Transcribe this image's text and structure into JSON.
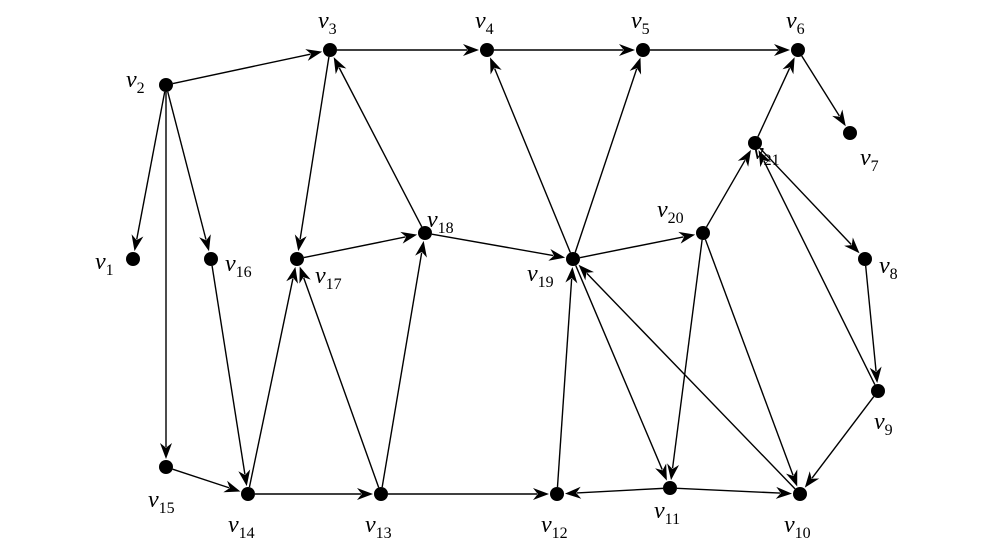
{
  "diagram": {
    "type": "directed-graph",
    "colors": {
      "stroke": "#000000",
      "node": "#000000",
      "background": "#ffffff"
    },
    "nodes": [
      {
        "id": "v1",
        "label": "v",
        "sub": "1"
      },
      {
        "id": "v2",
        "label": "v",
        "sub": "2"
      },
      {
        "id": "v3",
        "label": "v",
        "sub": "3"
      },
      {
        "id": "v4",
        "label": "v",
        "sub": "4"
      },
      {
        "id": "v5",
        "label": "v",
        "sub": "5"
      },
      {
        "id": "v6",
        "label": "v",
        "sub": "6"
      },
      {
        "id": "v7",
        "label": "v",
        "sub": "7"
      },
      {
        "id": "v8",
        "label": "v",
        "sub": "8"
      },
      {
        "id": "v9",
        "label": "v",
        "sub": "9"
      },
      {
        "id": "v10",
        "label": "v",
        "sub": "10"
      },
      {
        "id": "v11",
        "label": "v",
        "sub": "11"
      },
      {
        "id": "v12",
        "label": "v",
        "sub": "12"
      },
      {
        "id": "v13",
        "label": "v",
        "sub": "13"
      },
      {
        "id": "v14",
        "label": "v",
        "sub": "14"
      },
      {
        "id": "v15",
        "label": "v",
        "sub": "15"
      },
      {
        "id": "v16",
        "label": "v",
        "sub": "16"
      },
      {
        "id": "v17",
        "label": "v",
        "sub": "17"
      },
      {
        "id": "v18",
        "label": "v",
        "sub": "18"
      },
      {
        "id": "v19",
        "label": "v",
        "sub": "19"
      },
      {
        "id": "v20",
        "label": "v",
        "sub": "20"
      },
      {
        "id": "v21",
        "label": "v",
        "sub": "21"
      }
    ],
    "edges": [
      {
        "from": "v2",
        "to": "v3"
      },
      {
        "from": "v2",
        "to": "v1"
      },
      {
        "from": "v2",
        "to": "v16"
      },
      {
        "from": "v2",
        "to": "v15"
      },
      {
        "from": "v3",
        "to": "v4"
      },
      {
        "from": "v4",
        "to": "v5"
      },
      {
        "from": "v5",
        "to": "v6"
      },
      {
        "from": "v6",
        "to": "v7"
      },
      {
        "from": "v3",
        "to": "v17"
      },
      {
        "from": "v17",
        "to": "v18"
      },
      {
        "from": "v18",
        "to": "v3"
      },
      {
        "from": "v18",
        "to": "v19"
      },
      {
        "from": "v19",
        "to": "v4"
      },
      {
        "from": "v19",
        "to": "v5"
      },
      {
        "from": "v19",
        "to": "v20"
      },
      {
        "from": "v19",
        "to": "v11"
      },
      {
        "from": "v20",
        "to": "v21"
      },
      {
        "from": "v20",
        "to": "v11"
      },
      {
        "from": "v20",
        "to": "v10"
      },
      {
        "from": "v21",
        "to": "v6"
      },
      {
        "from": "v21",
        "to": "v8"
      },
      {
        "from": "v8",
        "to": "v9"
      },
      {
        "from": "v9",
        "to": "v21"
      },
      {
        "from": "v9",
        "to": "v10"
      },
      {
        "from": "v10",
        "to": "v19"
      },
      {
        "from": "v11",
        "to": "v10"
      },
      {
        "from": "v11",
        "to": "v12"
      },
      {
        "from": "v12",
        "to": "v19"
      },
      {
        "from": "v13",
        "to": "v12"
      },
      {
        "from": "v13",
        "to": "v18"
      },
      {
        "from": "v13",
        "to": "v17"
      },
      {
        "from": "v14",
        "to": "v13"
      },
      {
        "from": "v14",
        "to": "v17"
      },
      {
        "from": "v15",
        "to": "v14"
      },
      {
        "from": "v16",
        "to": "v14"
      }
    ]
  }
}
